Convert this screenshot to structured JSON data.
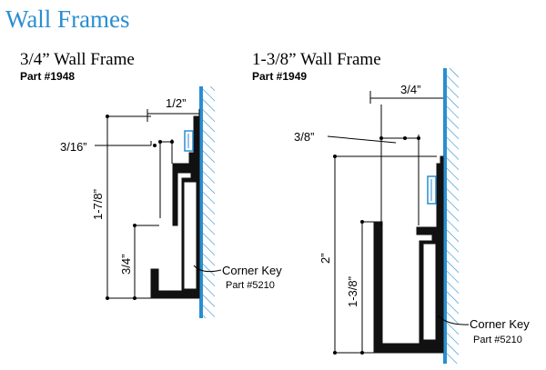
{
  "page": {
    "title": "Wall Frames",
    "colors": {
      "accent": "#2a8ed1",
      "profile": "#111111",
      "dimension": "#000000"
    }
  },
  "frames": [
    {
      "name": "3/4” Wall Frame",
      "part": "Part #1948",
      "dims": {
        "top_width": "1/2”",
        "lip": "3/16”",
        "height": "1-7/8”",
        "inner_height": "3/4”"
      },
      "callout": {
        "label": "Corner Key",
        "part": "Part #5210"
      }
    },
    {
      "name": "1-3/8” Wall Frame",
      "part": "Part #1949",
      "dims": {
        "top_width": "3/4”",
        "lip": "3/8”",
        "height": "2”",
        "inner_height": "1-3/8”"
      },
      "callout": {
        "label": "Corner Key",
        "part": "Part #5210"
      }
    }
  ]
}
